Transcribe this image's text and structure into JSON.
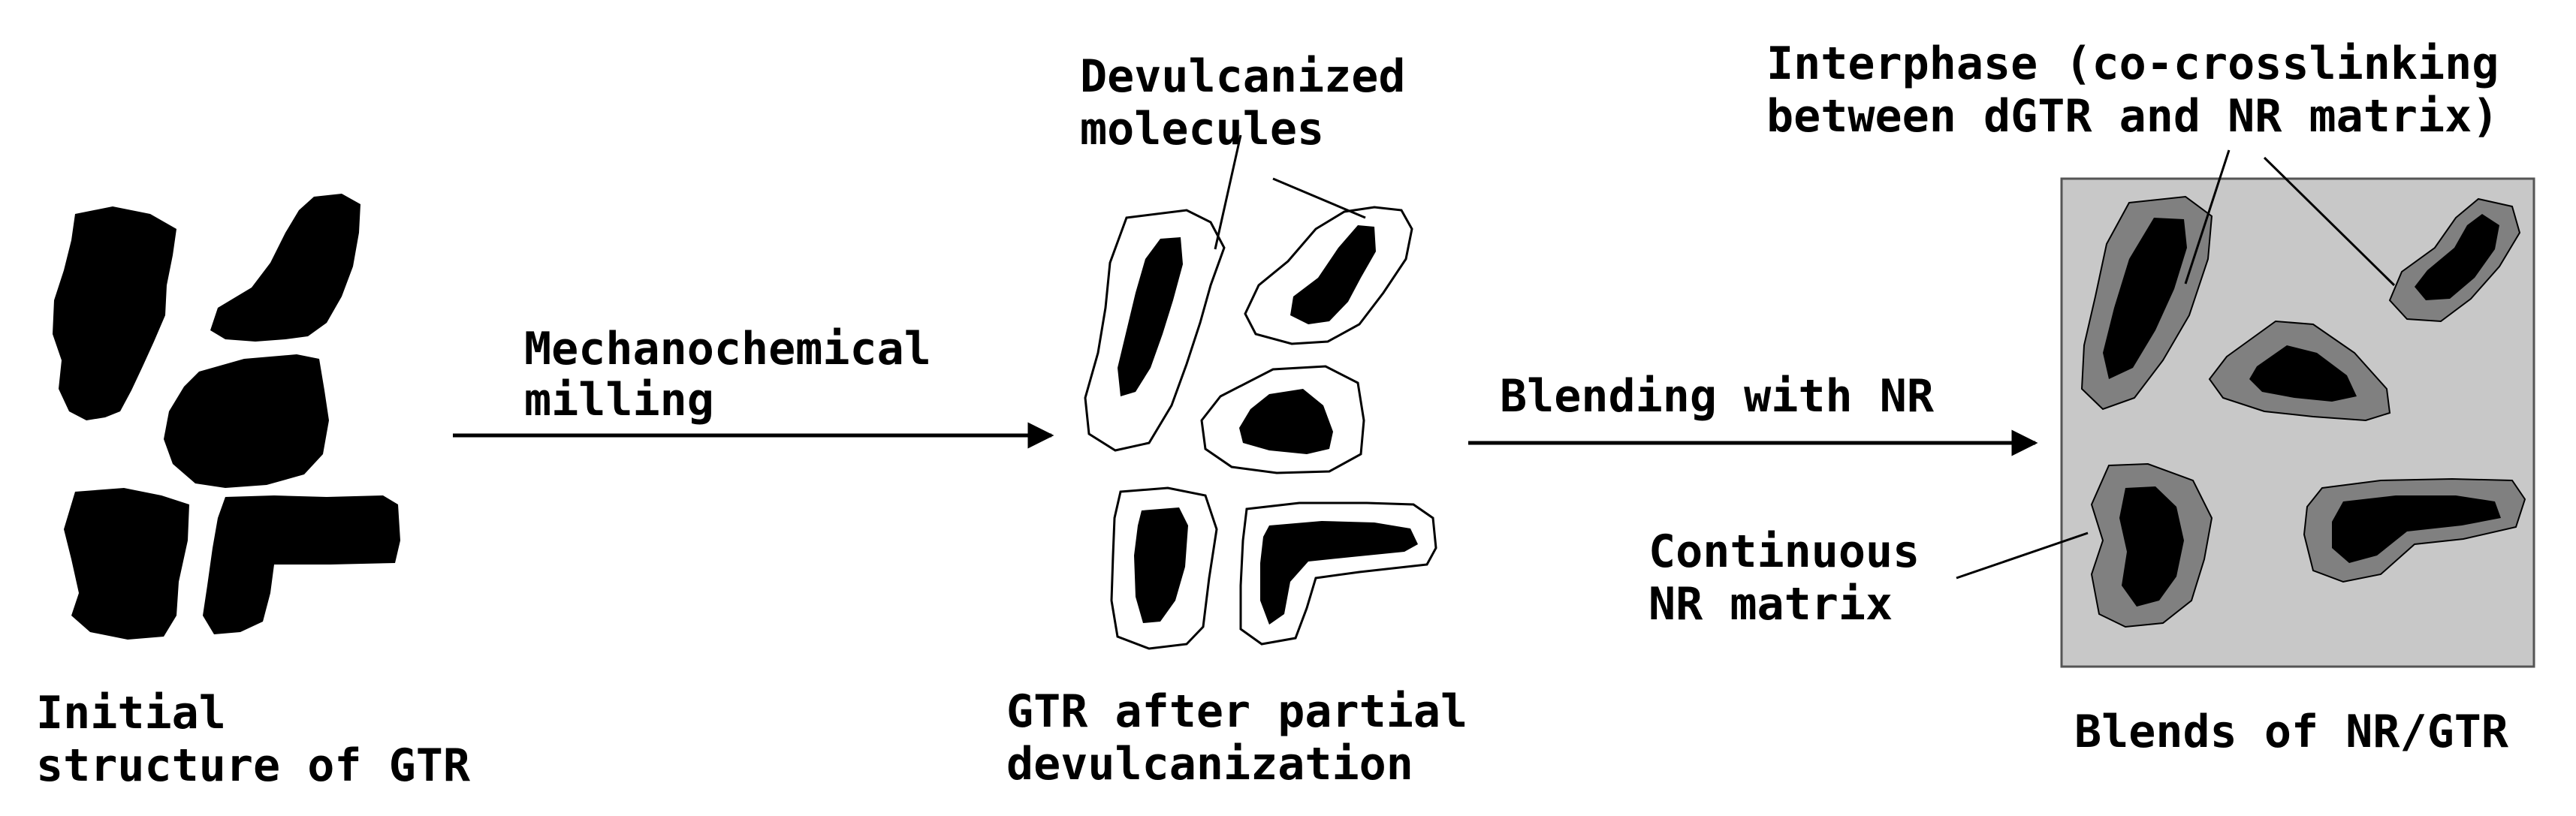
{
  "panels": {
    "initial": {
      "caption": [
        "Initial",
        "structure of GTR"
      ]
    },
    "devulcanized": {
      "caption": [
        "GTR after partial",
        "devulcanization"
      ],
      "callout": [
        "Devulcanized",
        "molecules"
      ]
    },
    "blend": {
      "caption": "Blends of NR/GTR",
      "interphase_callout": [
        "Interphase (co-crosslinking",
        "between dGTR and NR matrix)"
      ],
      "matrix_callout": [
        "Continuous",
        "NR matrix"
      ]
    }
  },
  "arrows": {
    "milling": [
      "Mechanochemical",
      "milling"
    ],
    "blending": "Blending with NR"
  },
  "colors": {
    "particle": "#000000",
    "interphase": "#808080",
    "matrix": "#c8c8c8",
    "outline": "#000000",
    "background": "#ffffff"
  }
}
